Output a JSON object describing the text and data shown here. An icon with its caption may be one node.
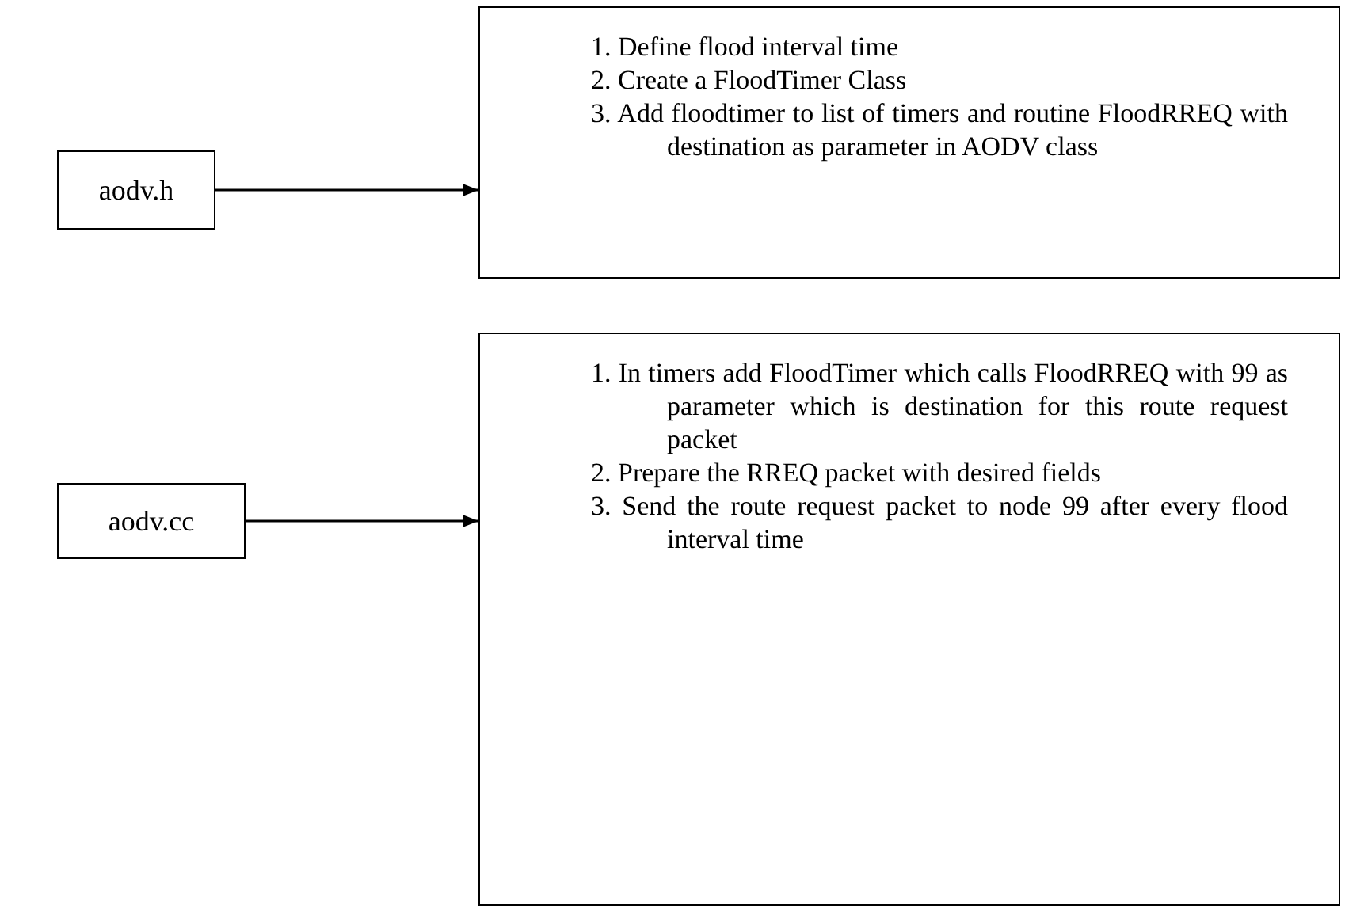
{
  "diagram": {
    "nodes": [
      {
        "text": [
          "aodv.h"
        ]
      },
      {
        "text": [
          "1. Define flood interval time",
          "2. Create a FloodTimer Class",
          "3. Add floodtimer to list of timers and routine FloodRREQ with destination as parameter in AODV class"
        ]
      },
      {
        "text": [
          "aodv.cc"
        ]
      },
      {
        "text": [
          "1. In timers add FloodTimer which calls FloodRREQ with 99 as parameter which is destination for this route request packet",
          "2. Prepare the RREQ packet with desired fields",
          "3. Send the route request packet to node 99 after every flood interval time"
        ]
      }
    ],
    "edges": [
      {
        "from": 0,
        "to": 1,
        "arrow": "to"
      },
      {
        "from": 2,
        "to": 3,
        "arrow": "to"
      }
    ]
  }
}
